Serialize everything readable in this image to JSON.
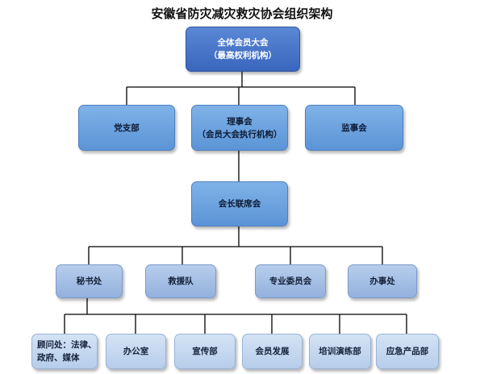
{
  "title": "安徽省防灾减灾救灾协会组织架构",
  "nodes": {
    "general_assembly": "全体会员大会\n（最高权利机构）",
    "party_branch": "党支部",
    "council": "理事会\n（会员大会执行机构）",
    "supervisory_board": "监事会",
    "presidents_joint_meeting": "会长联席会",
    "secretariat": "秘书处",
    "rescue_team": "救援队",
    "professional_committee": "专业委员会",
    "office_affairs": "办事处",
    "advisors": "顾问处：法律、\n政府、媒体",
    "office": "办公室",
    "publicity": "宣传部",
    "membership_development": "会员发展",
    "training_drills": "培训演练部",
    "emergency_products": "应急产品部"
  },
  "colors": {
    "top_node": "#3a66bd",
    "level2_node": "#5b94d6",
    "level3_node": "#93b1dd",
    "level4_node": "#b6cdea",
    "connector": "#000000"
  }
}
